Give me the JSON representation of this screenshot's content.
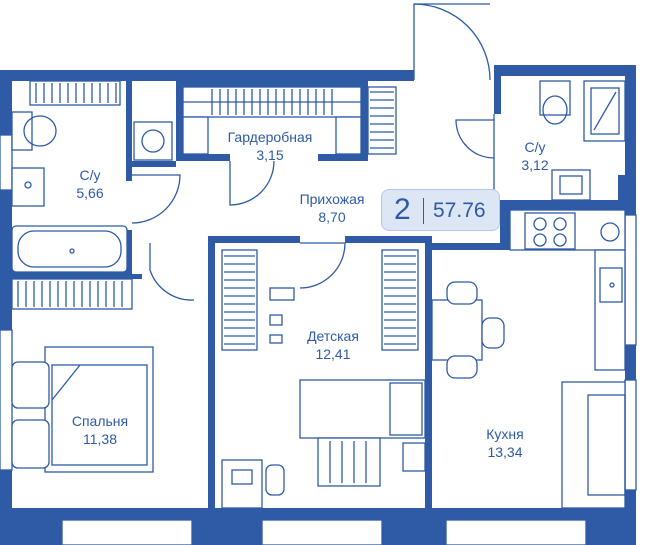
{
  "plan": {
    "colors": {
      "wall": "#2e5aa6",
      "badge_bg": "#dde6f5"
    },
    "summary": {
      "rooms": "2",
      "total_area": "57.76"
    },
    "rooms": [
      {
        "id": "wardrobe",
        "name": "Гардеробная",
        "area": "3,15"
      },
      {
        "id": "hallway",
        "name": "Прихожая",
        "area": "8,70"
      },
      {
        "id": "bath-left",
        "name": "С/у",
        "area": "5,66"
      },
      {
        "id": "bath-right",
        "name": "С/у",
        "area": "3,12"
      },
      {
        "id": "kids",
        "name": "Детская",
        "area": "12,41"
      },
      {
        "id": "bedroom",
        "name": "Спальня",
        "area": "11,38"
      },
      {
        "id": "kitchen",
        "name": "Кухня",
        "area": "13,34"
      }
    ]
  }
}
